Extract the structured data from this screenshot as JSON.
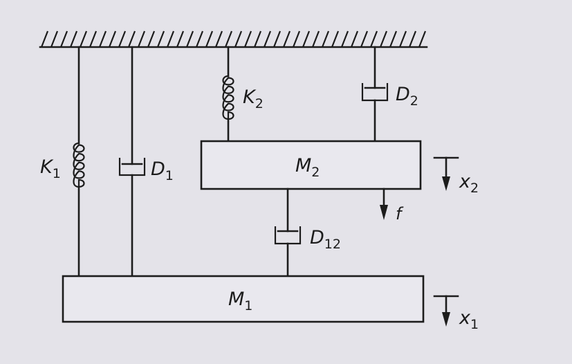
{
  "labels": {
    "k1": {
      "main": "K",
      "sub": "1"
    },
    "k2": {
      "main": "K",
      "sub": "2"
    },
    "d1": {
      "main": "D",
      "sub": "1"
    },
    "d2": {
      "main": "D",
      "sub": "2"
    },
    "d12": {
      "main": "D",
      "sub": "12"
    },
    "m1": {
      "main": "M",
      "sub": "1"
    },
    "m2": {
      "main": "M",
      "sub": "2"
    },
    "x1": {
      "main": "x",
      "sub": "1"
    },
    "x2": {
      "main": "x",
      "sub": "2"
    },
    "force": "f"
  }
}
